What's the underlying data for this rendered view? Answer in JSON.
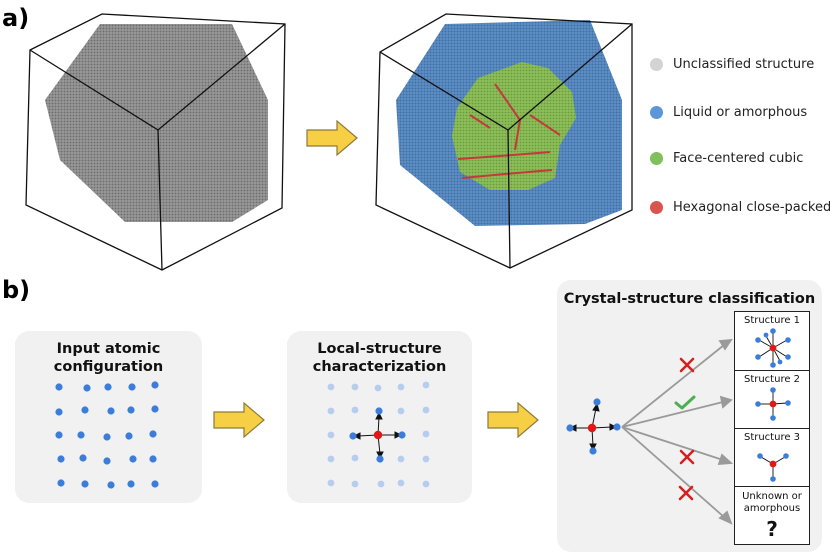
{
  "panel_a": {
    "label": "a)",
    "legend": [
      {
        "label": "Unclassified structure",
        "color": "#d3d3d3"
      },
      {
        "label": "Liquid or amorphous",
        "color": "#5b96d6"
      },
      {
        "label": "Face-centered cubic",
        "color": "#7fbf5c"
      },
      {
        "label": "Hexagonal close-packed",
        "color": "#d9534f"
      }
    ]
  },
  "panel_b": {
    "label": "b)",
    "input_title": "Input atomic configuration",
    "input_title_lines": [
      "Input atomic",
      "configuration"
    ],
    "local_title_lines": [
      "Local-structure",
      "characterization"
    ],
    "crystal_title": "Crystal-structure classification",
    "structures": [
      {
        "label": "Structure 1",
        "result": "cross"
      },
      {
        "label": "Structure 2",
        "result": "check"
      },
      {
        "label": "Structure 3",
        "result": "cross"
      },
      {
        "label": "Unknown or amorphous",
        "label_lines": [
          "Unknown or",
          "amorphous"
        ],
        "result": "cross",
        "symbol": "?"
      }
    ]
  },
  "colors": {
    "atom_blue": "#3b7dd8",
    "atom_light": "#b7cdee",
    "center_red": "#e01818",
    "arrow_yellow": "#f7cf45",
    "arrow_yellow_stroke": "#8a7a3a",
    "cross_red": "#d62020",
    "check_green": "#4caf50",
    "grain_gray": "#8c8c8c",
    "liquid_blue": "#4a7fb5",
    "fcc_green": "#7fb24f",
    "hcp_red": "#c43a3a"
  }
}
